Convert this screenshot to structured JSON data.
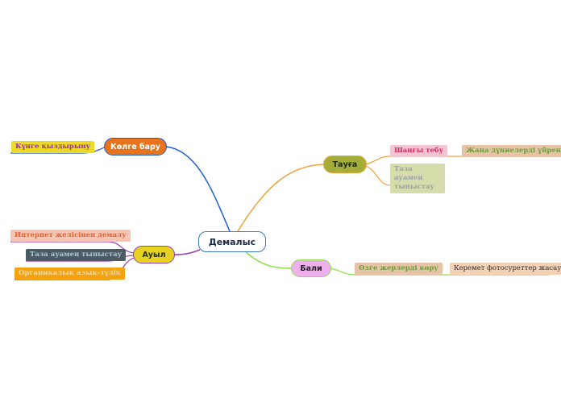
{
  "root": {
    "label": "Демалыс"
  },
  "branches": {
    "kolge": {
      "label": "Көлге бару",
      "color": "#e8731a",
      "line": "#1f5fd6"
    },
    "tauga": {
      "label": "Тауға",
      "color": "#a4ad38",
      "line": "#f0a13a"
    },
    "auyl": {
      "label": "Ауыл",
      "color": "#e6d21f",
      "line": "#9b3bb5"
    },
    "bali": {
      "label": "Бали",
      "color": "#efb0ee",
      "line": "#8ee04a"
    }
  },
  "leaves": {
    "kun": {
      "label": "Күнге қыздырыну",
      "bg": "#ecd92a",
      "fg": "#9b2fa8",
      "line": "#1f5fd6"
    },
    "shangy": {
      "label": "Шаңғы тебу",
      "bg": "#f0c6d0",
      "fg": "#d92a6a",
      "line": "#f0a13a"
    },
    "zhana": {
      "label": "Жаңа дүниелерді үйрену",
      "bg": "#e6c3a6",
      "fg": "#6e9e3c",
      "line": "#f0a13a"
    },
    "taza1": {
      "label": "Таза ауамен тыныстау",
      "bg": "#d6dcaa",
      "fg": "#9aa3a9",
      "line": "#f0a13a"
    },
    "internet": {
      "label": "Интернет желісінен демалу",
      "bg": "#f6c5b2",
      "fg": "#e0643a",
      "line": "#9b3bb5"
    },
    "taza2": {
      "label": "Таза ауамен тыныстау",
      "bg": "#4c5a63",
      "fg": "#a9c8da",
      "line": "#9b3bb5"
    },
    "organ": {
      "label": "Органикалық азық-түлік",
      "bg": "#f4a20d",
      "fg": "#f2d8a0",
      "line": "#9b3bb5"
    },
    "ozge": {
      "label": "Өзге жерлерді көру",
      "bg": "#e6c3a6",
      "fg": "#6e9e3c",
      "line": "#8ee04a"
    },
    "keremet": {
      "label": "Керемет фотосуреттер жасау",
      "bg": "#f2d2b6",
      "fg": "#3a2a20",
      "line": "#8ee04a"
    }
  }
}
